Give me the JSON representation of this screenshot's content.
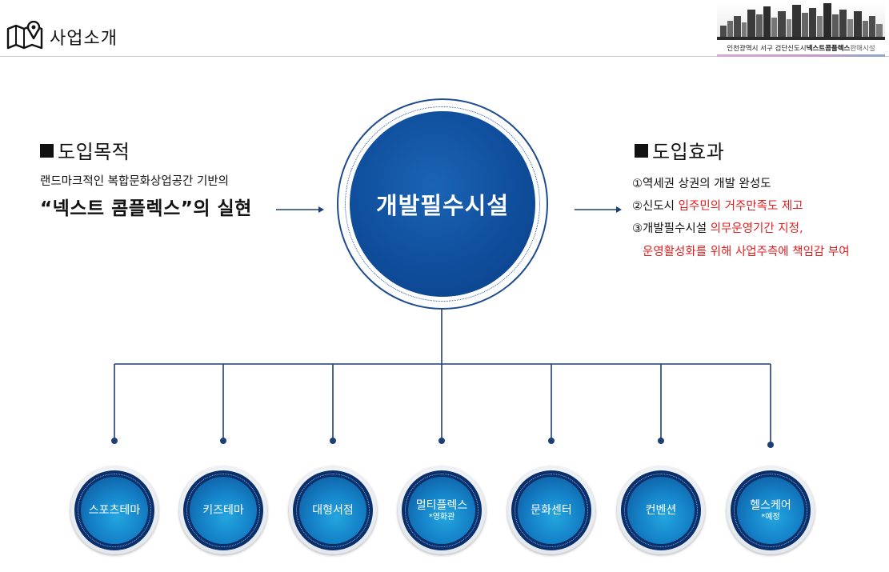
{
  "header": {
    "title": "사업소개",
    "logo_caption": {
      "prefix": "인천광역시 서구 검단신도시",
      "brand": "넥스트콤플렉스",
      "suffix": "판매시설"
    }
  },
  "left": {
    "title": "도입목적",
    "description": "랜드마크적인 복합문화상업공간 기반의",
    "headline": "“넥스트 콤플렉스”의 실현"
  },
  "center": {
    "label": "개발필수시설"
  },
  "right": {
    "title": "도입효과",
    "items": [
      {
        "plain": "①역세권 상권의 개발 완성도",
        "red": ""
      },
      {
        "plain": "②신도시 ",
        "red": "입주민의 거주만족도 제고"
      },
      {
        "plain": "③개발필수시설 ",
        "red": "의무운영기간 지정,"
      },
      {
        "plain": "",
        "red": "운영활성화를 위해 사업주측에 책임감 부여"
      }
    ]
  },
  "facilities": [
    {
      "label": "스포츠테마",
      "sub": ""
    },
    {
      "label": "키즈테마",
      "sub": ""
    },
    {
      "label": "대형서점",
      "sub": ""
    },
    {
      "label": "멀티플렉스",
      "sub": "*영화관"
    },
    {
      "label": "문화센터",
      "sub": ""
    },
    {
      "label": "컨벤션",
      "sub": ""
    },
    {
      "label": "헬스케어",
      "sub": "*예정"
    }
  ],
  "colors": {
    "navy": "#0a2f6b",
    "center_blue": "#0f4e9c",
    "accent_red": "#e02020",
    "line_gray": "#c9c9c9"
  },
  "icons": {
    "header": "map-pin-icon"
  }
}
